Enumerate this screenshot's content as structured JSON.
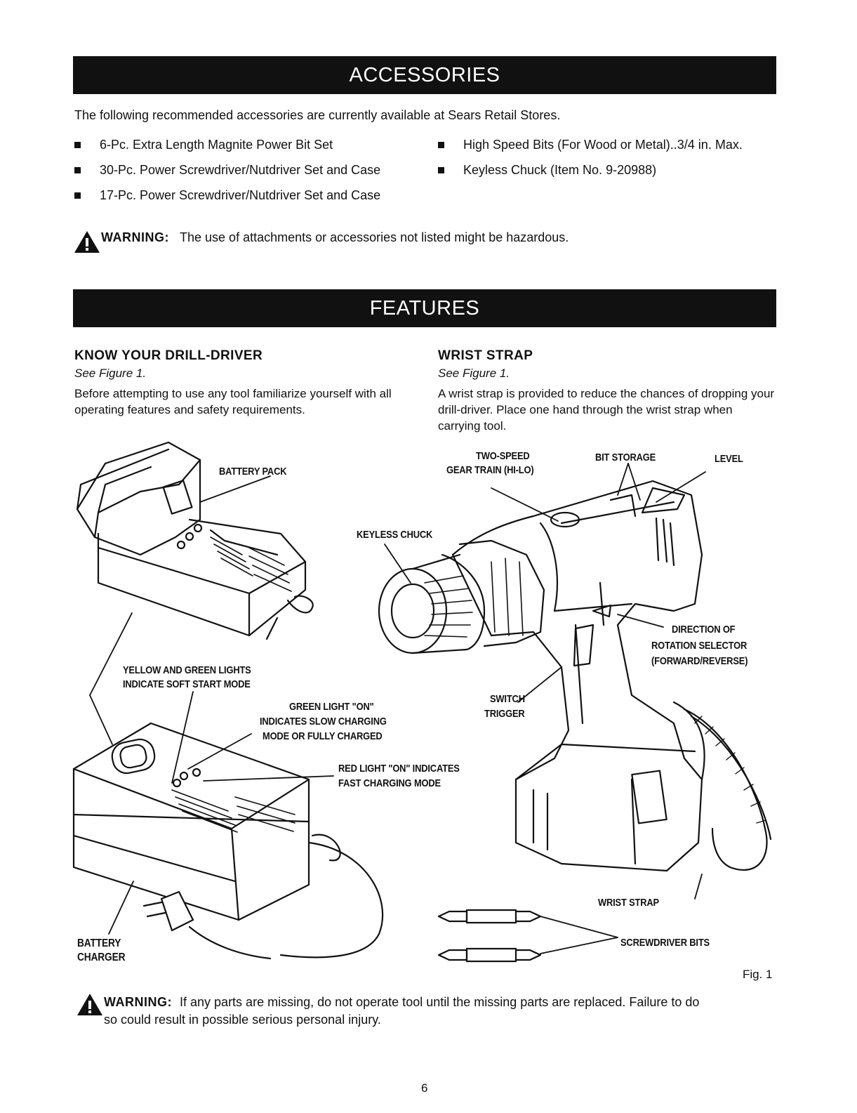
{
  "accessories": {
    "banner": "ACCESSORIES",
    "intro": "The following recommended accessories are currently available at Sears Retail Stores.",
    "left_items": [
      "6-Pc. Extra Length Magnite Power Bit Set",
      "30-Pc. Power Screwdriver/Nutdriver Set and Case",
      "17-Pc. Power Screwdriver/Nutdriver Set and Case"
    ],
    "right_items": [
      "High Speed Bits (For Wood or Metal)..3/4 in. Max.",
      "Keyless Chuck (Item No. 9-20988)"
    ],
    "warning_label": "WARNING:",
    "warning_text": "The use of attachments or accessories not listed might be hazardous."
  },
  "features": {
    "banner": "FEATURES",
    "know": {
      "heading": "KNOW YOUR DRILL-DRIVER",
      "see": "See Figure 1.",
      "body": "Before attempting to use any tool familiarize yourself with all operating features and safety requirements."
    },
    "wrist": {
      "heading": "WRIST STRAP",
      "see": "See Figure 1.",
      "body": "A wrist strap is provided to reduce the chances of dropping your drill-driver. Place one hand through the wrist strap when carrying tool."
    }
  },
  "figure": {
    "callouts": {
      "battery_pack": "BATTERY PACK",
      "two_speed_1": "TWO-SPEED",
      "two_speed_2": "GEAR TRAIN (HI-LO)",
      "bit_storage": "BIT STORAGE",
      "level": "LEVEL",
      "keyless_chuck": "KEYLESS CHUCK",
      "direction_1": "DIRECTION OF",
      "direction_2": "ROTATION SELECTOR",
      "direction_3": "(FORWARD/REVERSE)",
      "yellow_1": "YELLOW AND GREEN LIGHTS",
      "yellow_2": "INDICATE SOFT START MODE",
      "green_1": "GREEN LIGHT \"ON\"",
      "green_2": "INDICATES SLOW CHARGING",
      "green_3": "MODE OR FULLY CHARGED",
      "switch_1": "SWITCH",
      "switch_2": "TRIGGER",
      "red_1": "RED LIGHT \"ON\" INDICATES",
      "red_2": "FAST CHARGING MODE",
      "wrist_strap": "WRIST STRAP",
      "screwdriver_bits": "SCREWDRIVER BITS",
      "battery_1": "BATTERY",
      "battery_2": "CHARGER"
    },
    "caption": "Fig. 1"
  },
  "bottom_warning": {
    "label": "WARNING:",
    "text_line1": "If any parts are missing, do not operate tool until the missing parts are replaced. Failure to do",
    "text_line2": "so could result in possible serious personal injury."
  },
  "page_number": "6"
}
